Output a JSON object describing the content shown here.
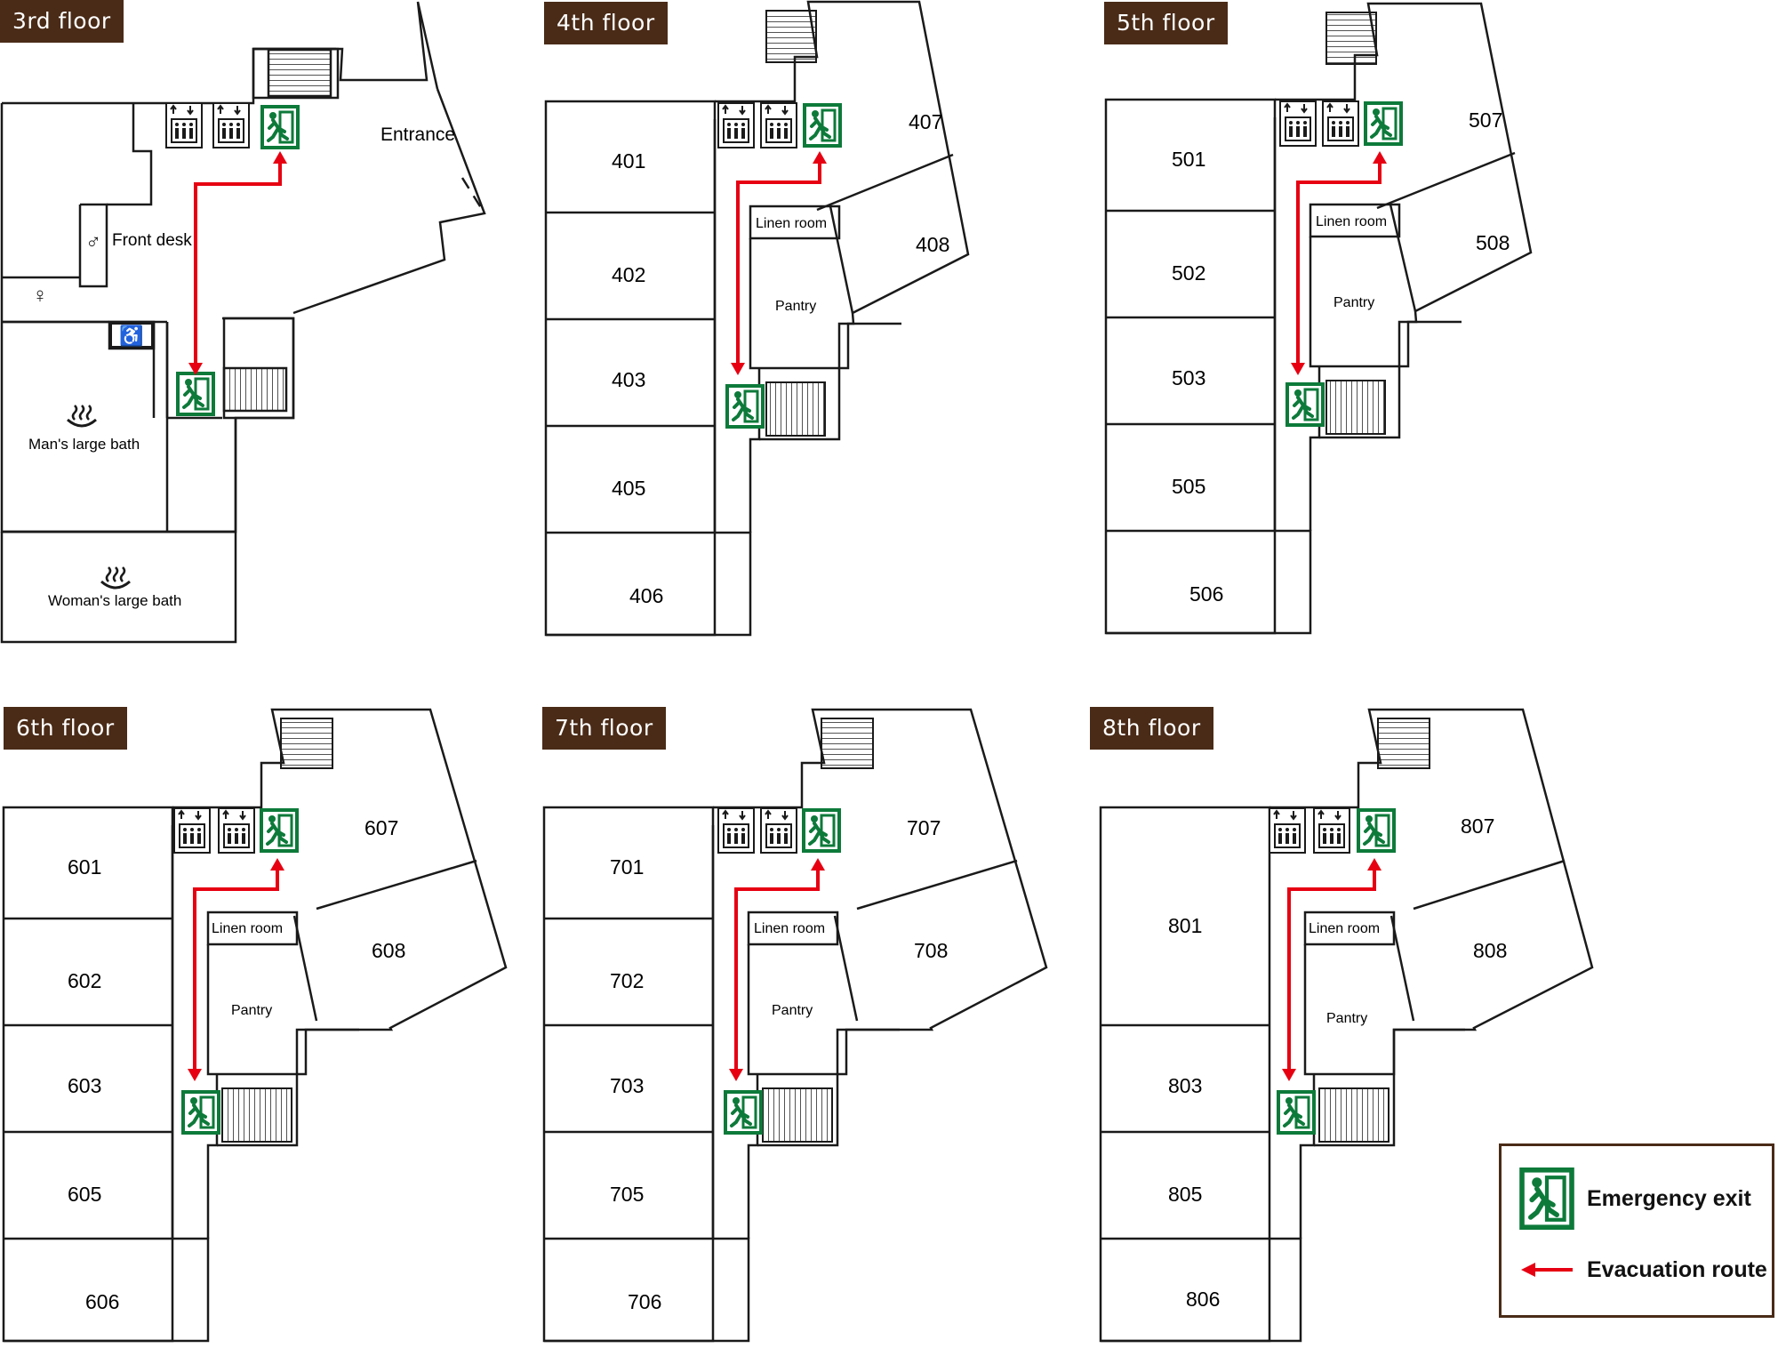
{
  "colors": {
    "wall": "#1a1a1a",
    "route": "#e60012",
    "exit_green": "#0d7a3a",
    "tag_bg": "#4a2b17"
  },
  "floors": {
    "f3": {
      "title": "3rd floor",
      "entrance": "Entrance",
      "front_desk": "Front desk",
      "man_bath": "Man's large bath",
      "woman_bath": "Woman's large bath"
    },
    "f4": {
      "title": "4th floor",
      "rooms": [
        "401",
        "402",
        "403",
        "405",
        "406",
        "407",
        "408"
      ],
      "linen": "Linen room",
      "pantry": "Pantry"
    },
    "f5": {
      "title": "5th floor",
      "rooms": [
        "501",
        "502",
        "503",
        "505",
        "506",
        "507",
        "508"
      ],
      "linen": "Linen room",
      "pantry": "Pantry"
    },
    "f6": {
      "title": "6th floor",
      "rooms": [
        "601",
        "602",
        "603",
        "605",
        "606",
        "607",
        "608"
      ],
      "linen": "Linen room",
      "pantry": "Pantry"
    },
    "f7": {
      "title": "7th floor",
      "rooms": [
        "701",
        "702",
        "703",
        "705",
        "706",
        "707",
        "708"
      ],
      "linen": "Linen room",
      "pantry": "Pantry"
    },
    "f8": {
      "title": "8th floor",
      "rooms": [
        "801",
        "803",
        "805",
        "806",
        "807",
        "808"
      ],
      "linen": "Linen room",
      "pantry": "Pantry"
    }
  },
  "legend": {
    "exit": "Emergency exit",
    "route": "Evacuation route"
  }
}
